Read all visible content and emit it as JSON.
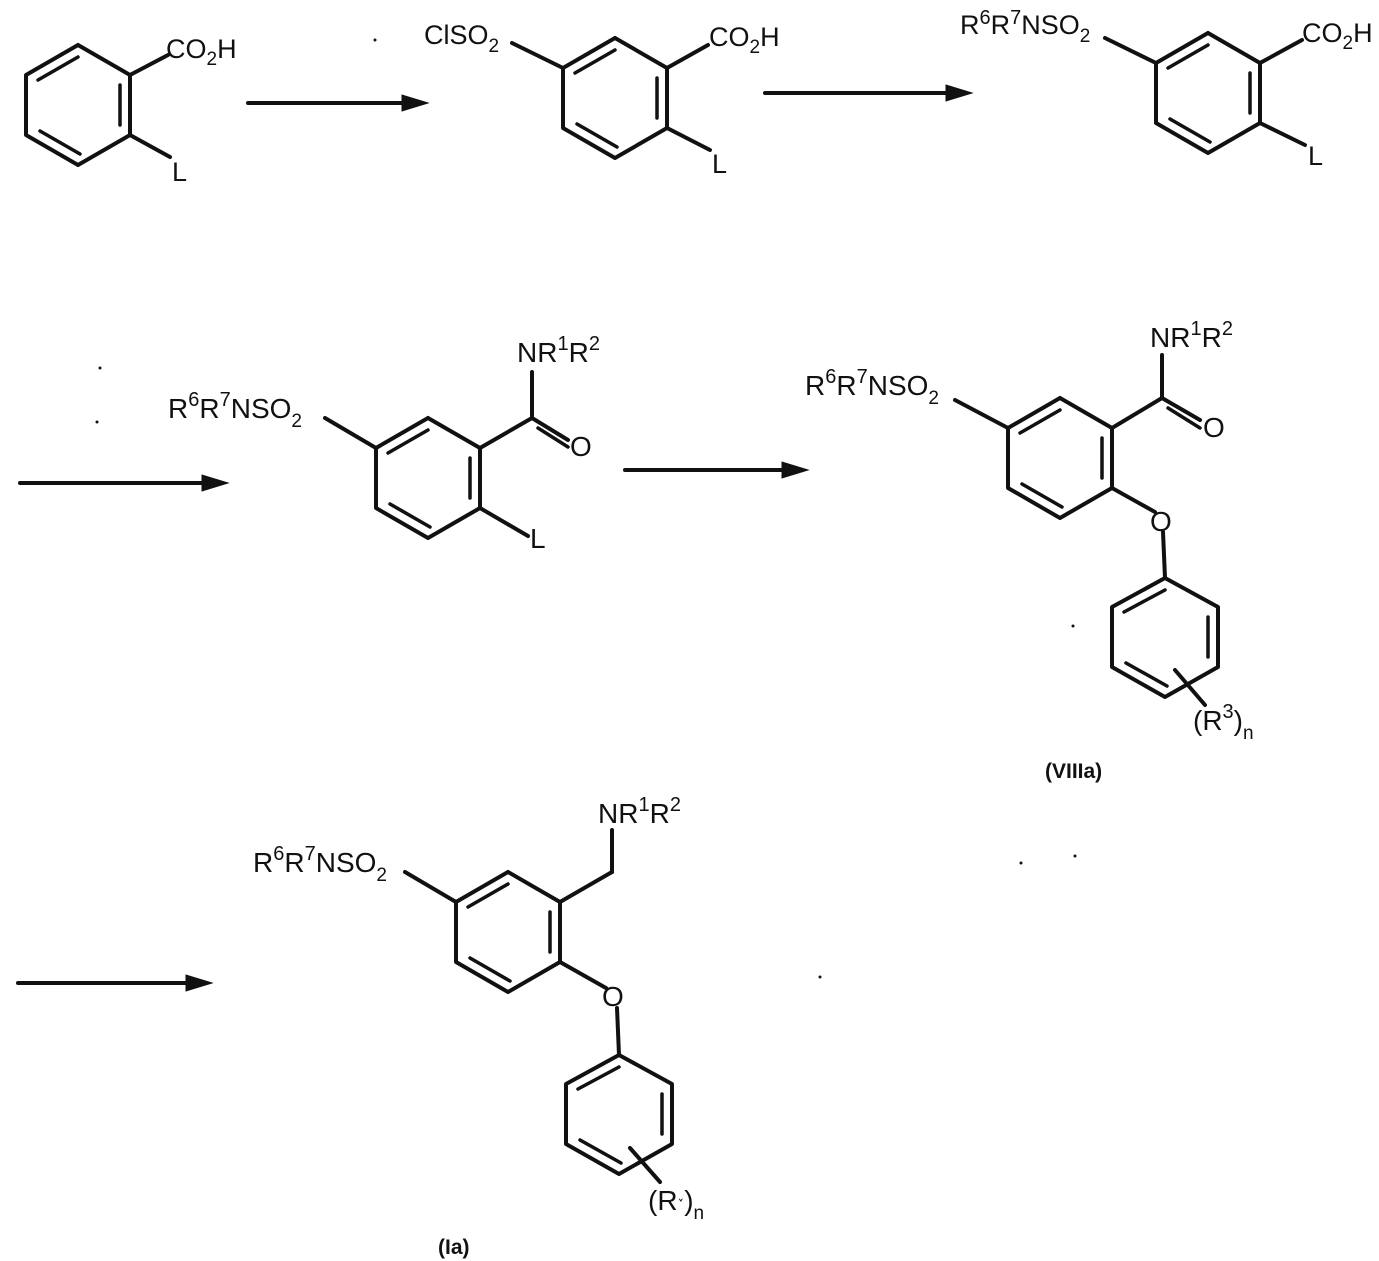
{
  "compounds": {
    "start": {
      "acid": {
        "base": "CO",
        "sub": "2",
        "tail": "H"
      },
      "leaving_group": "L"
    },
    "chlorosulfonyl": {
      "sulfonyl": {
        "base": "ClSO",
        "sub": "2"
      },
      "acid": {
        "base": "CO",
        "sub": "2",
        "tail": "H"
      },
      "leaving_group": "L"
    },
    "sulfonamide_acid": {
      "sulfonamide": {
        "r": "R",
        "sup6": "6",
        "r2": "R",
        "sup7": "7",
        "tail": "NSO",
        "sub": "2"
      },
      "acid": {
        "base": "CO",
        "sub": "2",
        "tail": "H"
      },
      "leaving_group": "L"
    },
    "amide": {
      "sulfonamide": {
        "r": "R",
        "sup6": "6",
        "r2": "R",
        "sup7": "7",
        "tail": "NSO",
        "sub": "2"
      },
      "amine": {
        "n": "NR",
        "sup1": "1",
        "r": "R",
        "sup2": "2"
      },
      "carbonyl_o": "O",
      "leaving_group": "L"
    },
    "viiia": {
      "sulfonamide": {
        "r": "R",
        "sup6": "6",
        "r2": "R",
        "sup7": "7",
        "tail": "NSO",
        "sub": "2"
      },
      "amine": {
        "n": "NR",
        "sup1": "1",
        "r": "R",
        "sup2": "2"
      },
      "carbonyl_o": "O",
      "ether_o": "O",
      "substituent": {
        "open": "(R",
        "sup": "3",
        "close": ")",
        "sub": "n"
      },
      "caption": "(VIIIa)"
    },
    "ia": {
      "sulfonamide": {
        "r": "R",
        "sup6": "6",
        "r2": "R",
        "sup7": "7",
        "tail": "NSO",
        "sub": "2"
      },
      "amine": {
        "n": "NR",
        "sup1": "1",
        "r": "R",
        "sup2": "2"
      },
      "ether_o": "O",
      "substituent": {
        "open": "(R",
        "sup": "˯",
        "close": ")",
        "sub": "n"
      },
      "caption": "(Ia)"
    }
  },
  "arrows": [
    "arrow-step-1",
    "arrow-step-2",
    "arrow-step-3",
    "arrow-step-4",
    "arrow-step-5"
  ]
}
